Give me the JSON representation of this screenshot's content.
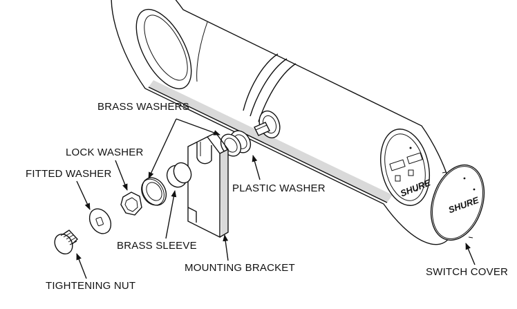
{
  "labels": {
    "brass_washers": "BRASS WASHERS",
    "lock_washer": "LOCK WASHER",
    "fitted_washer": "FITTED WASHER",
    "plastic_washer": "PLASTIC WASHER",
    "brass_sleeve": "BRASS SLEEVE",
    "mounting_bracket": "MOUNTING BRACKET",
    "tightening_nut": "TIGHTENING NUT",
    "switch_cover": "SWITCH COVER"
  },
  "brand": {
    "body_logo": "SHURE",
    "cover_logo": "SHURE"
  },
  "colors": {
    "line": "#111111",
    "background": "#ffffff"
  }
}
